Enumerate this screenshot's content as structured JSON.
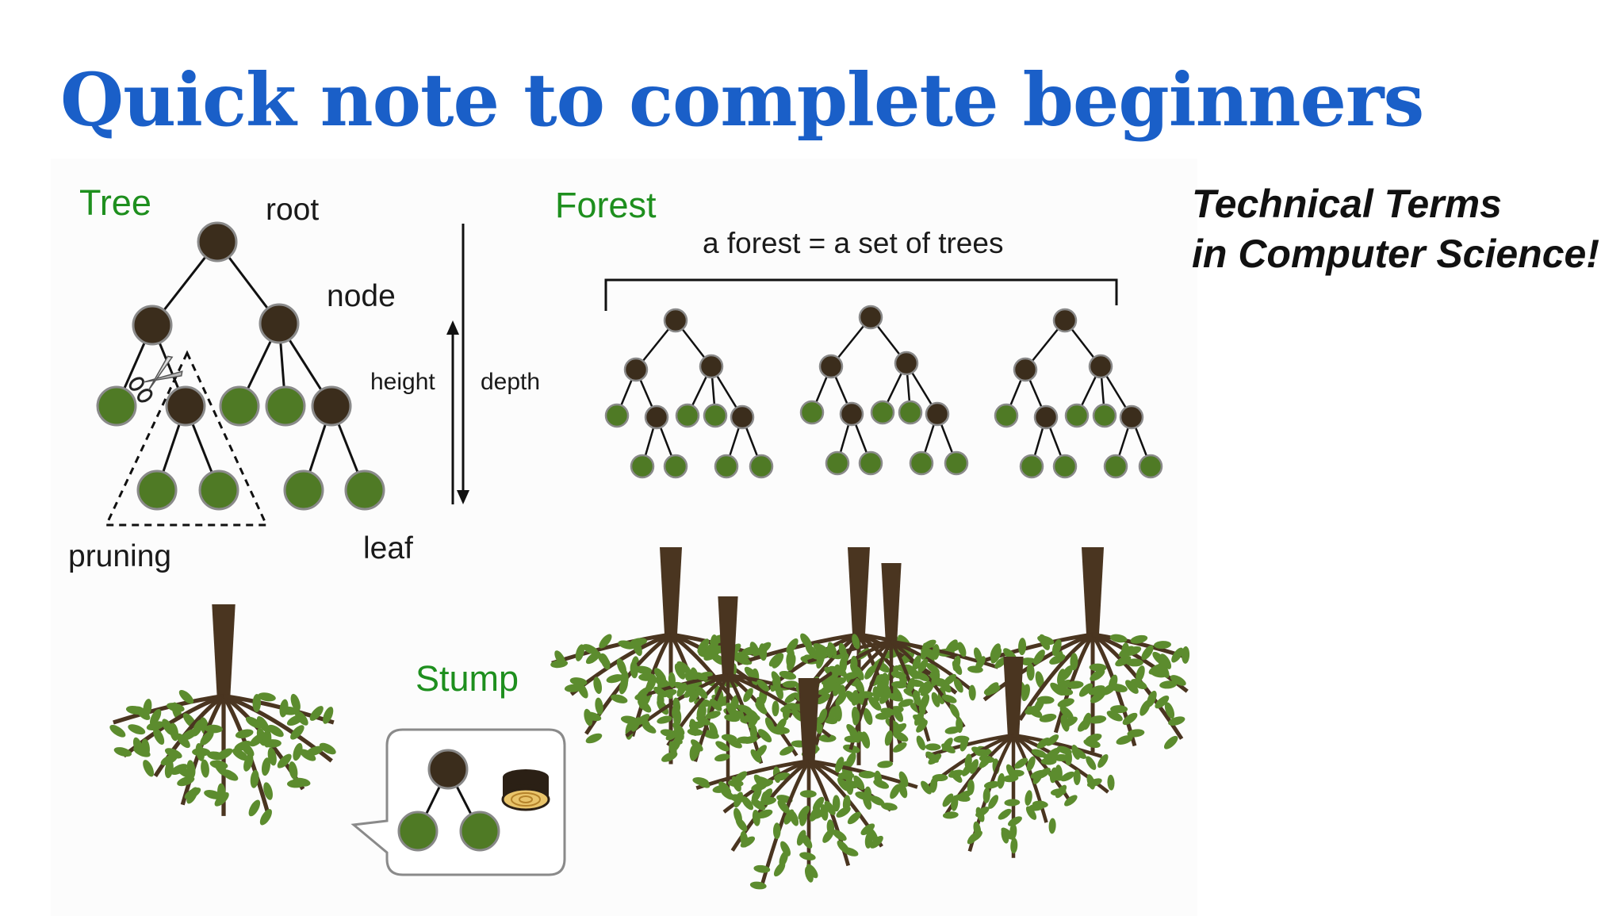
{
  "title": "Quick note to complete beginners",
  "tree": {
    "heading": "Tree",
    "root_label": "root",
    "node_label": "node",
    "leaf_label": "leaf",
    "pruning_label": "pruning",
    "height_label": "height",
    "depth_label": "depth"
  },
  "forest": {
    "heading": "Forest",
    "caption": "a forest = a set of trees"
  },
  "stump": {
    "heading": "Stump"
  },
  "technical_terms": {
    "line1": "Technical Terms",
    "line2": "in Computer Science!"
  },
  "colors": {
    "title": "#1a5fc8",
    "heading_green": "#1e8f1e",
    "internal_node": "#3b2d1c",
    "leaf_node": "#4f7a25",
    "trunk": "#4a3520",
    "foliage": "#5c8c2e"
  }
}
